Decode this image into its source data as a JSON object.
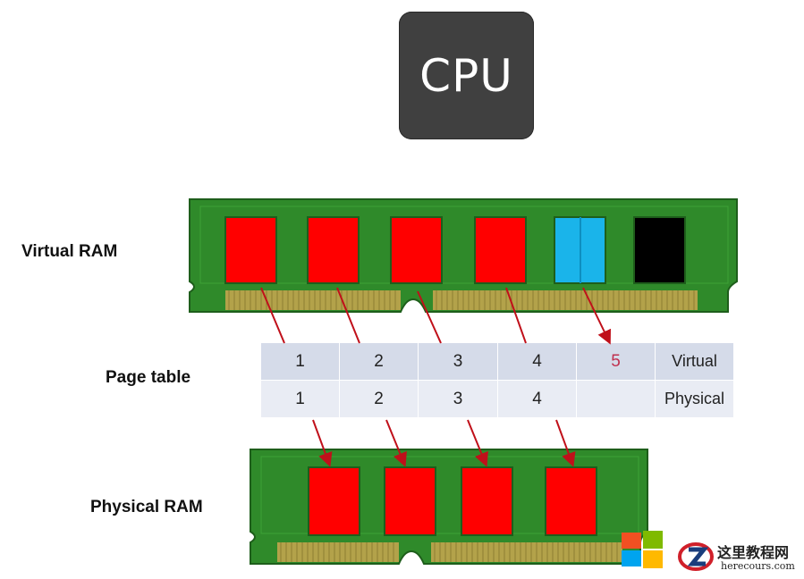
{
  "cpu": {
    "label": "CPU"
  },
  "labels": {
    "virtual_ram": "Virtual RAM",
    "page_table": "Page table",
    "physical_ram": "Physical RAM"
  },
  "page_table": {
    "virtual_row": [
      "1",
      "2",
      "3",
      "4",
      "5",
      "Virtual"
    ],
    "physical_row": [
      "1",
      "2",
      "3",
      "4",
      "",
      "Physical"
    ]
  },
  "colors": {
    "pcb_green": "#2f8a2a",
    "pcb_border": "#1e5e1b",
    "page_red": "#ff0000",
    "page_blue": "#1ab4ea",
    "page_black": "#000000",
    "pins": "#b3a24a",
    "arrow": "#c0101a",
    "highlight": "#c0304e"
  },
  "watermark": {
    "title": "这里教程网",
    "url": "herecours.com"
  }
}
